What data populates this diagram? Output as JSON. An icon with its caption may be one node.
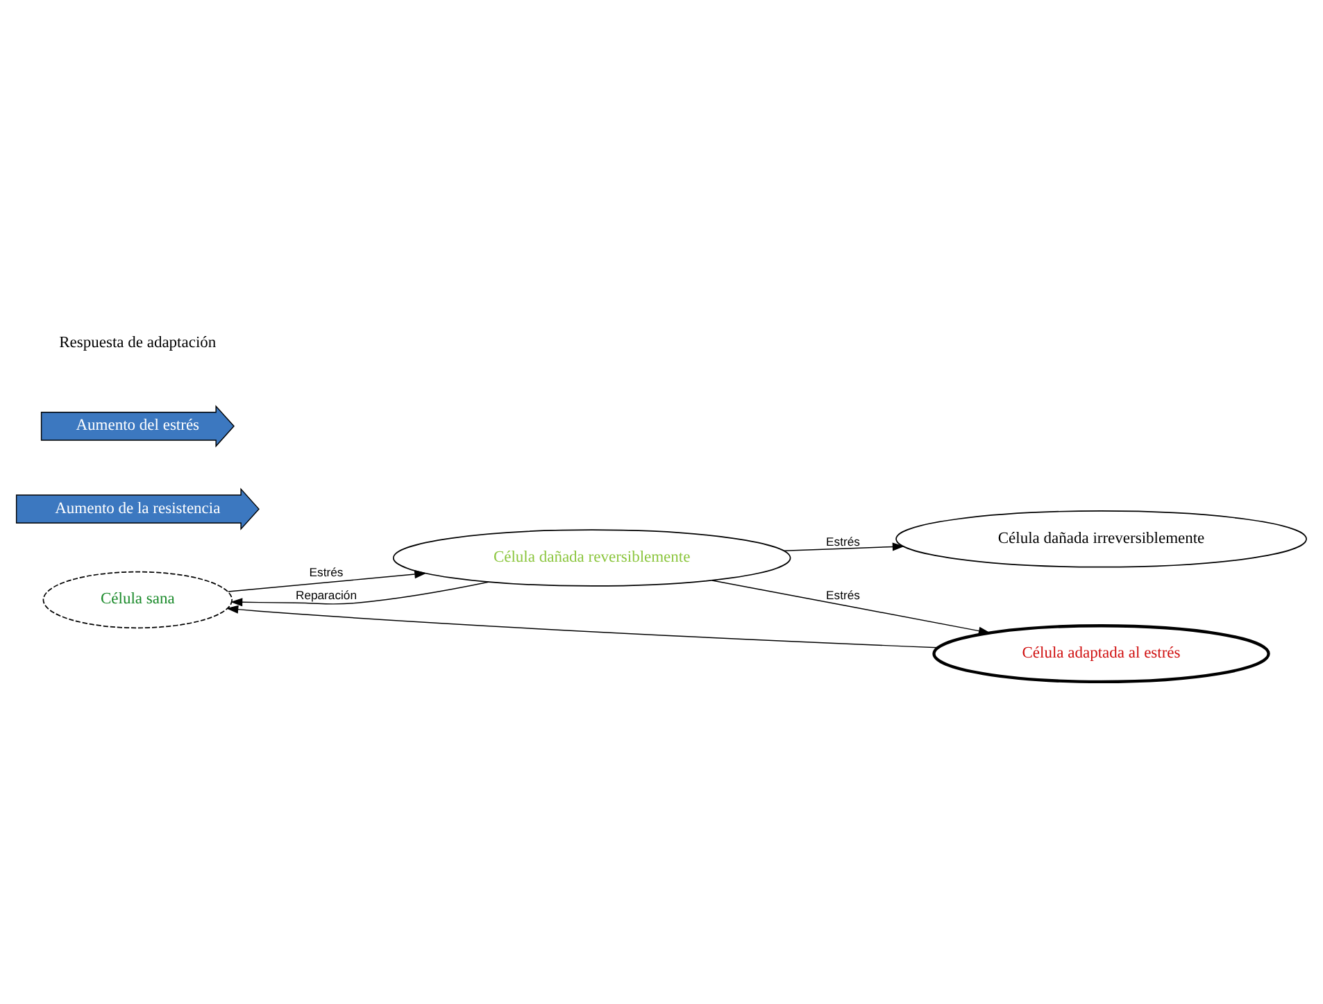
{
  "diagram": {
    "nodes": [
      {
        "text": [
          "Célula sana"
        ]
      },
      {
        "text": [
          "Célula dañada reversiblemente"
        ]
      },
      {
        "text": [
          "Célula adaptada al estrés"
        ]
      },
      {
        "text": [
          "Célula dañada irreversiblemente"
        ]
      }
    ],
    "edges": [
      {
        "from": 0,
        "to": 1,
        "arrow": "to",
        "label": "Estrés"
      },
      {
        "from": 1,
        "to": 0,
        "arrow": "to",
        "label": "Reparación"
      },
      {
        "from": 1,
        "to": 2,
        "arrow": "to",
        "label": "Estrés"
      },
      {
        "from": 2,
        "to": 0,
        "arrow": "to"
      },
      {
        "from": 1,
        "to": 3,
        "arrow": "to",
        "label": "Estrés"
      }
    ],
    "labels": [
      "Aumento de la resistencia",
      "Aumento del estrés",
      "Respuesta de adaptación"
    ]
  }
}
